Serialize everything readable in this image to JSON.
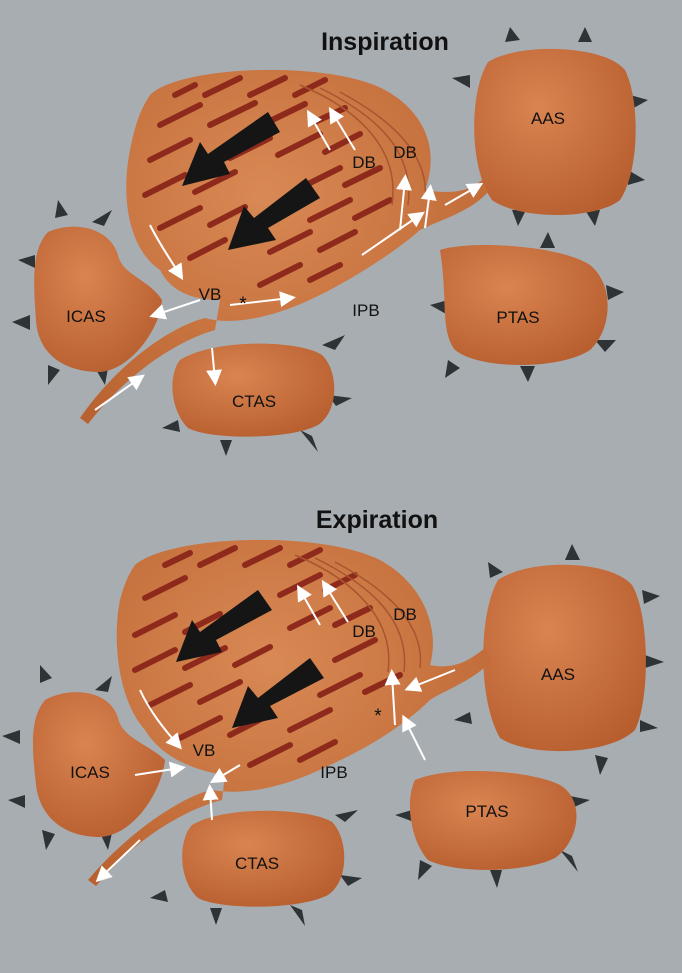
{
  "panels": [
    {
      "title": "Inspiration",
      "labels": {
        "aas": "AAS",
        "ptas": "PTAS",
        "icas": "ICAS",
        "ctas": "CTAS",
        "db1": "DB",
        "db2": "DB",
        "vb": "VB",
        "ipb": "IPB",
        "marker": "*"
      }
    },
    {
      "title": "Expiration",
      "labels": {
        "aas": "AAS",
        "ptas": "PTAS",
        "icas": "ICAS",
        "ctas": "CTAS",
        "db1": "DB",
        "db2": "DB",
        "vb": "VB",
        "ipb": "IPB",
        "marker": "*"
      }
    }
  ],
  "colors": {
    "background": "#a8adb2",
    "sac_fill": "#c46a38",
    "lung_fill": "#c97a45",
    "stripe": "#8e2a1c",
    "arrow_large": "#151515",
    "arrow_small": "#ffffff",
    "spike": "#2e3436"
  }
}
